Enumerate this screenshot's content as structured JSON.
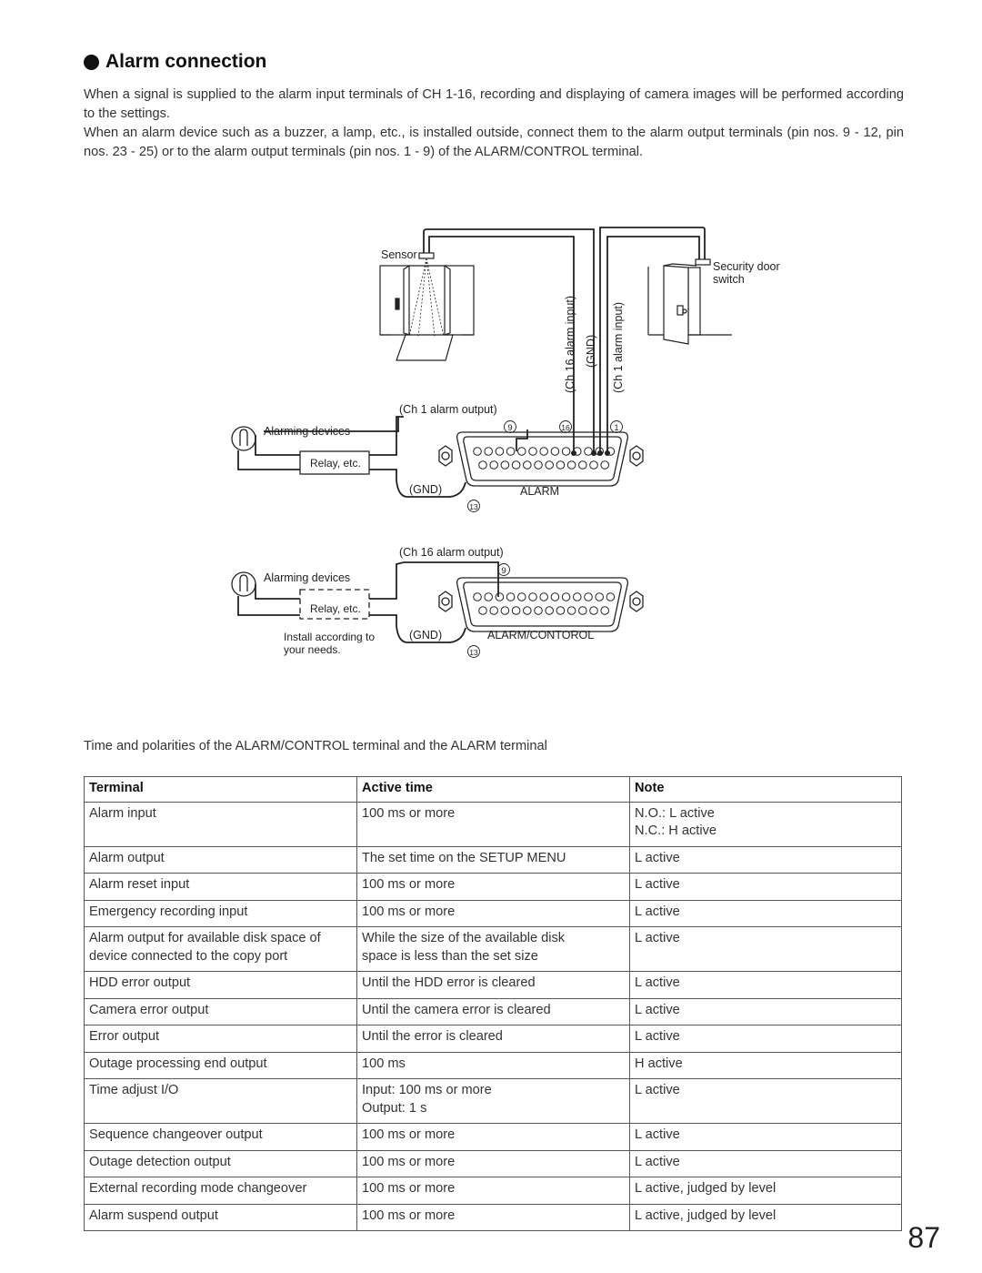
{
  "heading": {
    "text": "Alarm connection"
  },
  "intro": {
    "p1": "When a signal is supplied to the alarm input terminals of CH 1-16, recording and displaying of camera images will be performed according to the settings.",
    "p2": "When an alarm device such as a buzzer, a lamp, etc., is installed outside, connect them to the alarm output terminals (pin nos. 9 - 12, pin nos. 23 - 25) or to the alarm output terminals (pin nos. 1 - 9) of the ALARM/CONTROL terminal."
  },
  "diagram": {
    "sensor_label": "Sensor",
    "door_label_1": "Security door",
    "door_label_2": "switch",
    "ch16_input": "(Ch 16 alarm input)",
    "gnd_vertical": "(GND)",
    "ch1_input": "(Ch 1 alarm input)",
    "ch1_output": "(Ch 1 alarm output)",
    "ch16_output": "(Ch 16 alarm output)",
    "alarming_devices_1": "Alarming devices",
    "alarming_devices_2": "Alarming devices",
    "relay_1": "Relay, etc.",
    "relay_2": "Relay, etc.",
    "gnd_1": "(GND)",
    "gnd_2": "(GND)",
    "alarm_connector_label": "ALARM",
    "control_connector_label": "ALARM/CONTOROL",
    "install_note_1": "Install according to",
    "install_note_2": "your needs.",
    "pin_9_a": "9",
    "pin_16": "16",
    "pin_1": "1",
    "pin_13_a": "13",
    "pin_9_b": "9",
    "pin_13_b": "13"
  },
  "table_caption": "Time and polarities of the ALARM/CONTROL terminal and the ALARM terminal",
  "table": {
    "headers": [
      "Terminal",
      "Active time",
      "Note"
    ],
    "rows": [
      [
        "Alarm input",
        "100 ms or more",
        "N.O.: L active\nN.C.: H active"
      ],
      [
        "Alarm output",
        "The set time on the SETUP MENU",
        "L active"
      ],
      [
        "Alarm reset input",
        "100 ms or more",
        "L active"
      ],
      [
        "Emergency recording input",
        "100 ms or more",
        "L active"
      ],
      [
        "Alarm output for available disk space of\ndevice connected to the copy port",
        "While the size of the available disk\nspace is less than the set size",
        "L active"
      ],
      [
        "HDD error output",
        "Until the HDD error is cleared",
        "L active"
      ],
      [
        "Camera error output",
        "Until the camera error is cleared",
        "L active"
      ],
      [
        "Error output",
        "Until the error is cleared",
        "L active"
      ],
      [
        "Outage processing end output",
        "100 ms",
        "H active"
      ],
      [
        "Time adjust I/O",
        "Input: 100 ms or more\nOutput: 1 s",
        "L active"
      ],
      [
        "Sequence changeover output",
        "100 ms or more",
        "L active"
      ],
      [
        "Outage detection output",
        "100 ms or more",
        "L active"
      ],
      [
        "External recording mode changeover",
        "100 ms or more",
        "L active, judged by level"
      ],
      [
        "Alarm suspend output",
        "100 ms or more",
        "L active, judged by level"
      ]
    ]
  },
  "page_number": "87"
}
